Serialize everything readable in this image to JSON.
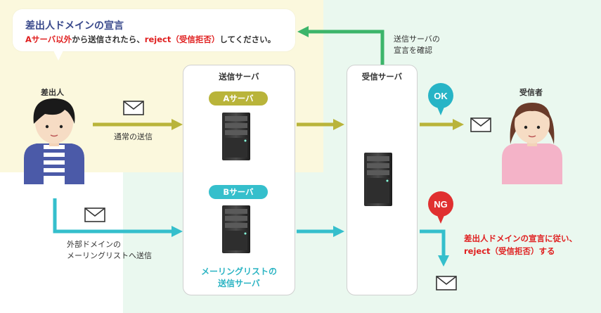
{
  "callout": {
    "title": "差出人ドメインの宣言",
    "line_red": "Aサーバ以外",
    "line_mid": "から送信されたら、",
    "line_red2": "reject（受信拒否）",
    "line_end": "してください。"
  },
  "sender": {
    "label": "差出人"
  },
  "recipient": {
    "label": "受信者"
  },
  "send_server": {
    "title": "送信サーバ",
    "pill_a": "Aサーバ",
    "pill_b": "Bサーバ",
    "ml_line1": "メーリングリストの",
    "ml_line2": "送信サーバ"
  },
  "recv_server": {
    "title": "受信サーバ"
  },
  "labels": {
    "normal_send": "通常の送信",
    "external_line1": "外部ドメインの",
    "external_line2": "メーリングリストへ送信",
    "check_line1": "送信サーバの",
    "check_line2": "宣言を確認"
  },
  "status": {
    "ok": "OK",
    "ng": "NG",
    "ng_line1": "差出人ドメインの宣言に従い、",
    "ng_line2": "reject（受信拒否）する"
  },
  "colors": {
    "olive_arrow": "#b9b43a",
    "teal_arrow": "#35bfcc",
    "green_arrow": "#3cb56a",
    "ok_badge": "#27b4c6",
    "ng_badge": "#e03030"
  }
}
